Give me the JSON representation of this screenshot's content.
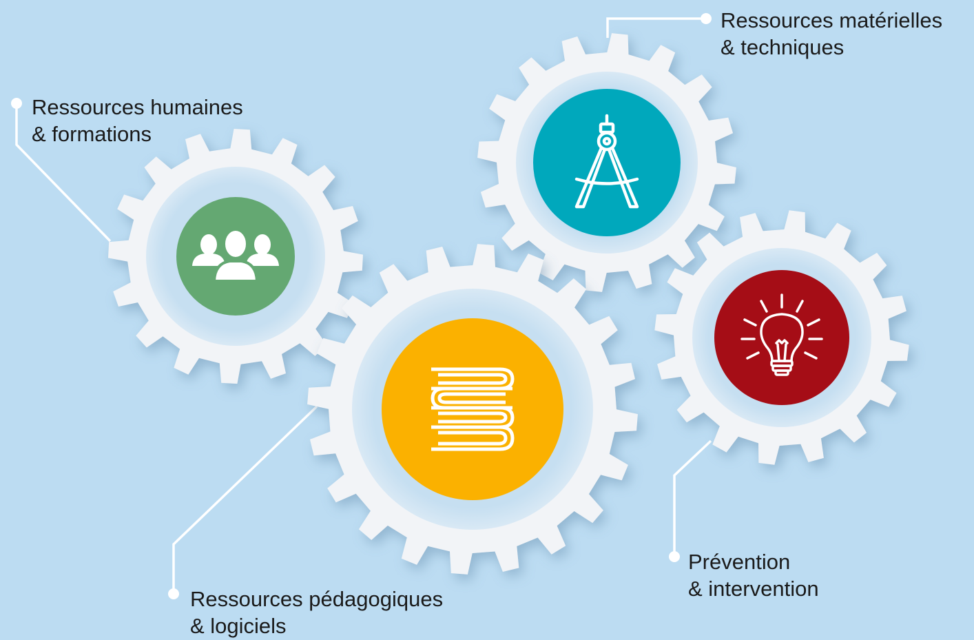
{
  "background_color": "#bcdcf2",
  "gears": [
    {
      "id": "human",
      "label_line1": "Ressources humaines",
      "label_line2": "& formations",
      "icon": "people-group-icon",
      "color": "#64a872"
    },
    {
      "id": "material",
      "label_line1": "Ressources matérielles",
      "label_line2": "& techniques",
      "icon": "drafting-compass-icon",
      "color": "#00a8bc"
    },
    {
      "id": "pedagogical",
      "label_line1": "Ressources pédagogiques",
      "label_line2": "& logiciels",
      "icon": "book-stack-icon",
      "color": "#fbb100"
    },
    {
      "id": "prevention",
      "label_line1": "Prévention",
      "label_line2": "& intervention",
      "icon": "lightbulb-icon",
      "color": "#a50d16"
    }
  ]
}
